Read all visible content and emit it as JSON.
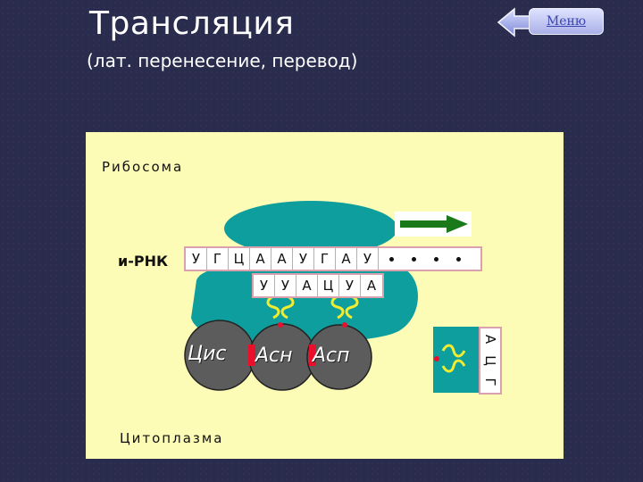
{
  "slide": {
    "title": "Трансляция",
    "subtitle": "(лат. перенесение, перевод)"
  },
  "nav": {
    "menu_label": "Меню",
    "back_icon": "left-arrow-icon"
  },
  "diagram": {
    "ribosome_label": "Рибосома",
    "mrna_label": "и-РНК",
    "cytoplasm_label": "Цитоплазма",
    "mrna_codons": [
      "У",
      "Г",
      "Ц",
      "А",
      "А",
      "У",
      "Г",
      "А",
      "У"
    ],
    "trna_anticodons": [
      [
        "У",
        "У",
        "А"
      ],
      [
        "Ц",
        "У",
        "А"
      ]
    ],
    "incoming_trna_anticodon": [
      "А",
      "Ц",
      "Г"
    ],
    "amino_acids": [
      "Цис",
      "Асн",
      "Асп"
    ],
    "direction_icon": "right-arrow-icon",
    "colors": {
      "panel": "#fdfcb6",
      "ribosome": "#0e9e9e",
      "arrow": "#1a7a1a",
      "bond": "#e8102a",
      "amino_acid": "#5c5c5c"
    }
  }
}
